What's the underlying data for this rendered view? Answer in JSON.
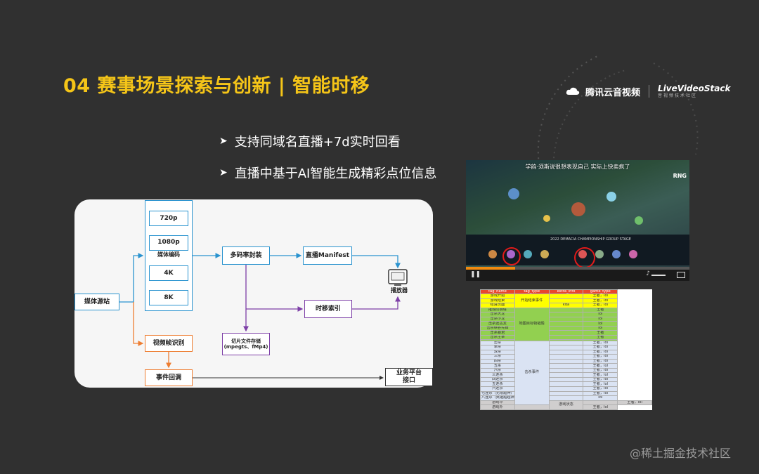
{
  "title": "04 赛事场景探索与创新 | 智能时移",
  "logos": {
    "tencent": "腾讯云音视频",
    "lvs_main": "LiveVideoStack",
    "lvs_sub": "音视频技术社区"
  },
  "bullets": [
    "支持同域名直播+7d实时回看",
    "直播中基于AI智能生成精彩点位信息"
  ],
  "diagram": {
    "source": "媒体源站",
    "encoder_label": "媒体编码",
    "resolutions": [
      "720p",
      "1080p",
      "4K",
      "8K"
    ],
    "packager": "多码率封装",
    "manifest": "直播Manifest",
    "player": "播放器",
    "timeshift_index": "时移索引",
    "segment_storage": "切片文件存储\n(mpegts、fMp4)",
    "frame_recognition": "视频帧识别",
    "event_callback": "事件回调",
    "business_platform": "业务平台\n接口",
    "colors": {
      "blue": "#2a93cf",
      "purple": "#7d3fa7",
      "orange": "#ee7d31"
    }
  },
  "game_screenshot": {
    "caption": "学韵·须斯说很想表现自己 实际上快卖疯了",
    "team_right": "RNG",
    "hud_title": "2022 DEMACIA CHAMPIONSHIP GROUP STAGE",
    "progress": 0.22
  },
  "tag_table": {
    "headers": [
      "tag_name",
      "tag_type",
      "extra_info",
      "game_type"
    ],
    "rows": [
      {
        "name": "游戏开始",
        "type": "开始结束事件",
        "extra": "",
        "game": "王者，lol",
        "color": "#ffff00",
        "span": 3
      },
      {
        "name": "游戏结束",
        "extra": "",
        "game": "王者，lol",
        "color": "#ffff00"
      },
      {
        "name": "结算页面",
        "extra": "kda",
        "game": "王者，lol",
        "color": "#ffff00"
      },
      {
        "name": "摧毁防御塔",
        "type": "地图目标物摧毁",
        "extra": "",
        "game": "王者",
        "color": "#92d050",
        "span": 8
      },
      {
        "name": "击杀大龙",
        "extra": "",
        "game": "lol",
        "color": "#92d050"
      },
      {
        "name": "击杀小龙",
        "extra": "",
        "game": "lol",
        "color": "#92d050"
      },
      {
        "name": "击杀远古龙",
        "extra": "",
        "game": "lol",
        "color": "#92d050"
      },
      {
        "name": "击杀峡谷先锋",
        "extra": "",
        "game": "lol",
        "color": "#92d050"
      },
      {
        "name": "击杀暴君",
        "extra": "",
        "game": "王者",
        "color": "#92d050"
      },
      {
        "name": "击杀主宰",
        "extra": "",
        "game": "王者",
        "color": "#92d050"
      },
      {
        "name": "",
        "extra": "",
        "game": "",
        "color": "#92d050"
      },
      {
        "name": "击杀",
        "type": "击杀事件",
        "extra": "",
        "game": "王者，lol",
        "color": "#dae3f3",
        "span": 14
      },
      {
        "name": "单杀",
        "extra": "",
        "game": "王者，lol",
        "color": "#dae3f3"
      },
      {
        "name": "双杀",
        "extra": "",
        "game": "王者，lol",
        "color": "#dae3f3"
      },
      {
        "name": "三杀",
        "extra": "",
        "game": "王者，lol",
        "color": "#dae3f3"
      },
      {
        "name": "四杀",
        "extra": "",
        "game": "王者，lol",
        "color": "#dae3f3"
      },
      {
        "name": "五杀",
        "extra": "",
        "game": "王者，lol",
        "color": "#dae3f3"
      },
      {
        "name": "六杀",
        "extra": "",
        "game": "王者，lol",
        "color": "#dae3f3"
      },
      {
        "name": "三连杀",
        "extra": "",
        "game": "王者，lol",
        "color": "#dae3f3"
      },
      {
        "name": "四连杀",
        "extra": "",
        "game": "王者，lol",
        "color": "#dae3f3"
      },
      {
        "name": "五连杀",
        "extra": "",
        "game": "王者，lol",
        "color": "#dae3f3"
      },
      {
        "name": "六连杀",
        "extra": "",
        "game": "王者，lol",
        "color": "#dae3f3"
      },
      {
        "name": "七连杀（无限超神）",
        "extra": "",
        "game": "王者，lol",
        "color": "#dae3f3"
      },
      {
        "name": "八连杀（英雄超越神）",
        "extra": "",
        "game": "lol",
        "color": "#dae3f3"
      },
      {
        "name": "游戏中",
        "type": "游戏状态",
        "extra": "",
        "game": "王者，lol",
        "color": "#d0cece",
        "span": 2
      },
      {
        "name": "游戏外",
        "extra": "",
        "game": "王者，lol",
        "color": "#d0cece"
      }
    ]
  },
  "watermark": "@稀土掘金技术社区"
}
